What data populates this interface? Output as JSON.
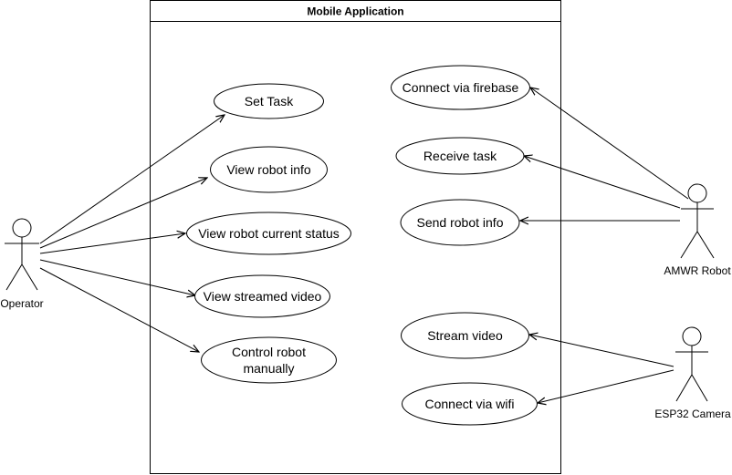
{
  "system": {
    "title": "Mobile Application"
  },
  "actors": {
    "operator": "Operator",
    "robot": "AMWR Robot",
    "camera": "ESP32 Camera"
  },
  "use_cases": {
    "set_task": "Set Task",
    "view_robot_info": "View robot info",
    "view_current_status": "View robot current status",
    "view_streamed_video": "View streamed video",
    "control_manually_line1": "Control robot",
    "control_manually_line2": "manually",
    "connect_firebase": "Connect via firebase",
    "receive_task": "Receive task",
    "send_robot_info": "Send robot info",
    "stream_video": "Stream video",
    "connect_wifi": "Connect via wifi"
  },
  "colors": {
    "stroke": "#000000",
    "fill": "#ffffff",
    "text": "#000000"
  }
}
